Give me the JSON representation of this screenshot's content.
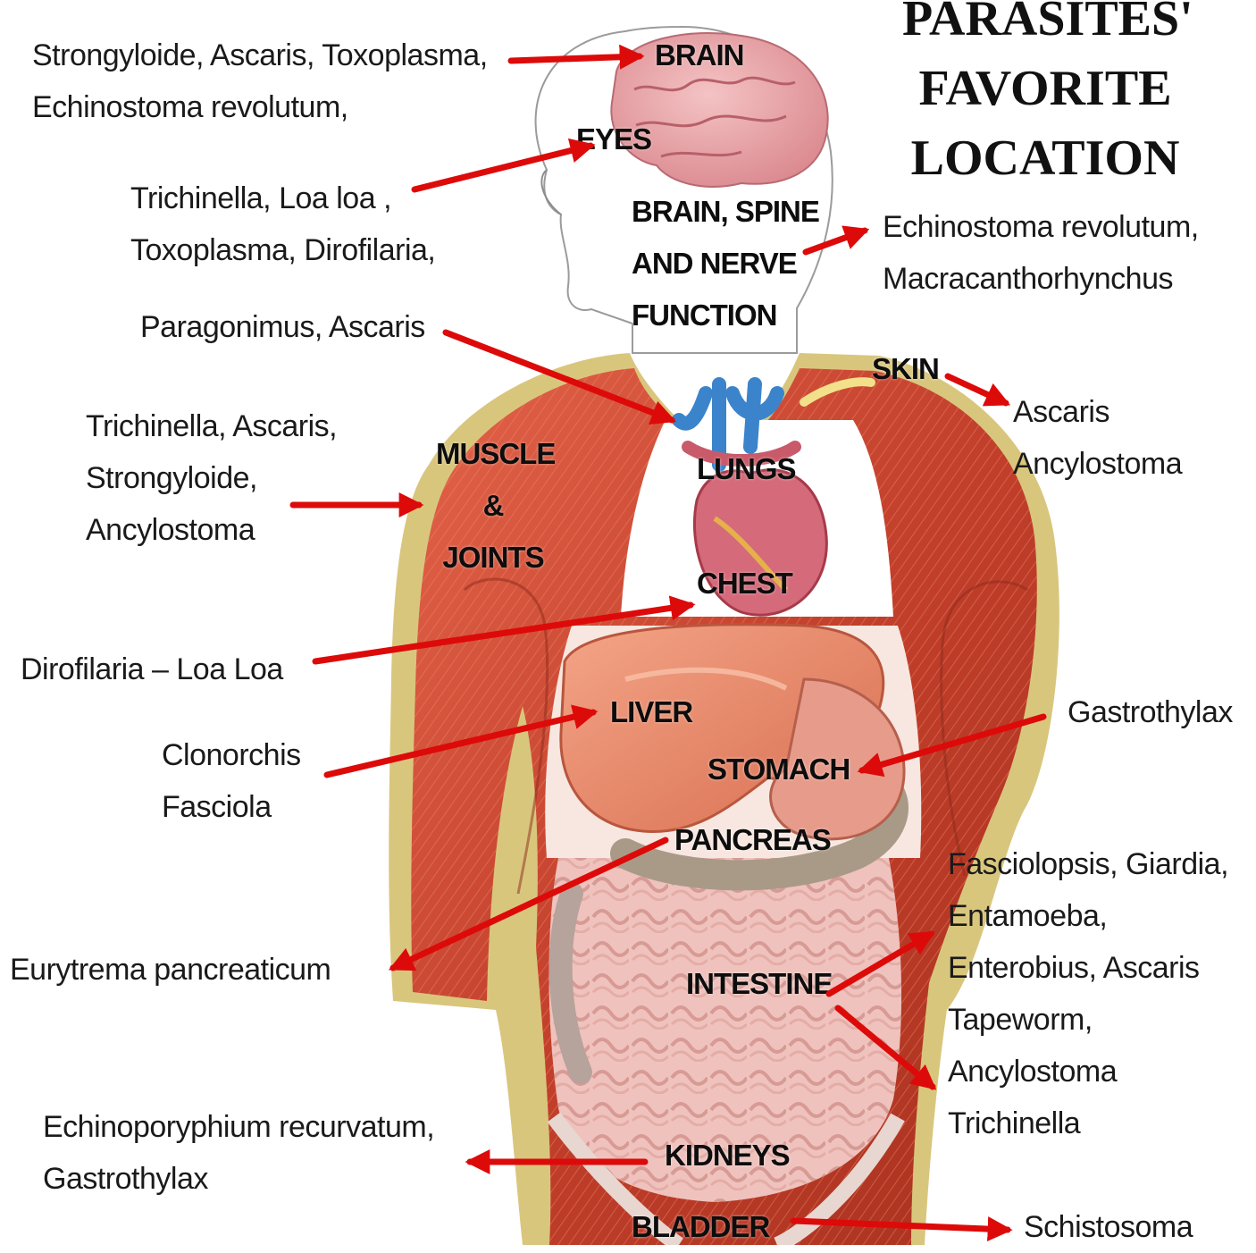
{
  "title": {
    "lines": [
      "PARASITES'",
      "FAVORITE",
      "LOCATION"
    ]
  },
  "organs": {
    "brain": "BRAIN",
    "eyes": "EYES",
    "brain_spine": [
      "BRAIN, SPINE",
      "AND NERVE",
      "FUNCTION"
    ],
    "skin": "SKIN",
    "lungs": "LUNGS",
    "muscle": [
      "MUSCLE",
      "&",
      "JOINTS"
    ],
    "chest": "CHEST",
    "liver": "LIVER",
    "stomach": "STOMACH",
    "pancreas": "PANCREAS",
    "intestine": "INTESTINE",
    "kidneys": "KIDNEYS",
    "bladder": "BLADDER"
  },
  "parasites": {
    "brain": [
      "Strongyloide, Ascaris, Toxoplasma,",
      "Echinostoma revolutum,"
    ],
    "eyes": [
      "Trichinella, Loa loa ,",
      "Toxoplasma, Dirofilaria,"
    ],
    "lungs": [
      "Paragonimus, Ascaris"
    ],
    "muscle": [
      "Trichinella, Ascaris,",
      "Strongyloide,",
      "Ancylostoma"
    ],
    "chest": [
      "Dirofilaria – Loa Loa"
    ],
    "liver": [
      "Clonorchis",
      "Fasciola"
    ],
    "pancreas": [
      "Eurytrema pancreaticum"
    ],
    "kidneys": [
      "Echinoporyphium recurvatum,",
      "Gastrothylax"
    ],
    "brain_spine": [
      "Echinostoma revolutum,",
      "Macracanthorhynchus"
    ],
    "skin": [
      "Ascaris",
      "Ancylostoma"
    ],
    "stomach": [
      "Gastrothylax"
    ],
    "intestine": [
      "Fasciolopsis, Giardia,",
      "Entamoeba,",
      "Enterobius, Ascaris",
      "Tapeworm,",
      "Ancylostoma",
      "Trichinella"
    ],
    "bladder": [
      "Schistosoma"
    ]
  },
  "colors": {
    "arrow": "#dd0a0a",
    "muscle": "#c8442e",
    "skin_outline": "#d8c57a",
    "brain": "#e39a9e",
    "liver": "#e88466",
    "intestine": "#efc2bd",
    "vessels": "#3b84cc"
  }
}
